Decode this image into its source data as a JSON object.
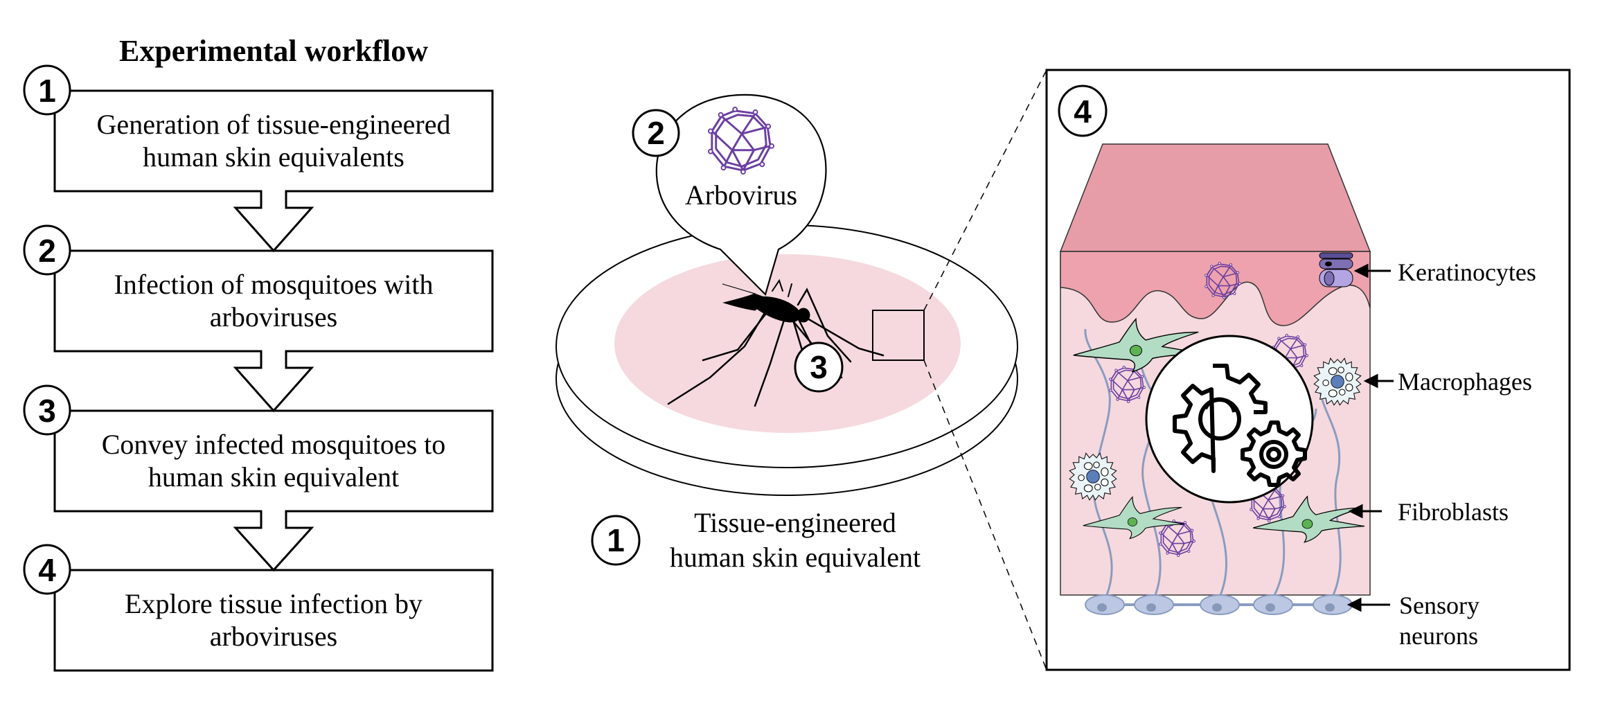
{
  "workflow": {
    "title": "Experimental workflow",
    "steps": [
      {
        "number": "1",
        "lines": [
          "Generation of tissue-engineered",
          "human skin equivalents"
        ]
      },
      {
        "number": "2",
        "lines": [
          "Infection of mosquitoes with",
          "arboviruses"
        ]
      },
      {
        "number": "3",
        "lines": [
          "Convey infected mosquitoes to",
          "human skin equivalent"
        ]
      },
      {
        "number": "4",
        "lines": [
          "Explore tissue infection by",
          "arboviruses"
        ]
      }
    ]
  },
  "middle": {
    "bubble_number": "2",
    "bubble_label": "Arbovirus",
    "mosquito_number": "3",
    "dish_number": "1",
    "dish_label_lines": [
      "Tissue-engineered",
      "human skin equivalent"
    ]
  },
  "detail": {
    "number": "4",
    "labels": {
      "keratinocytes": "Keratinocytes",
      "macrophages": "Macrophages",
      "fibroblasts": "Fibroblasts",
      "sensory_neurons_lines": [
        "Sensory",
        "neurons"
      ]
    }
  },
  "colors": {
    "skin_top": "#e79da8",
    "epidermis": "#eda2ad",
    "dermis": "#f5d9de",
    "dish_tissue": "#f5d9de",
    "virus": "#6b3fa0",
    "fibroblast": "#b3dcc4",
    "fibroblast_nucleus": "#5db352",
    "macrophage": "#eaf3f6",
    "macrophage_nucleus": "#5b7fba",
    "neuron": "#bcc8e3",
    "neuron_stroke": "#8a9cc0",
    "neuron_nucleus": "#8898b8",
    "keratinocyte_dark": "#5a4e96",
    "keratinocyte_mid": "#7f6fb5",
    "keratinocyte_light": "#b3a4e3"
  }
}
